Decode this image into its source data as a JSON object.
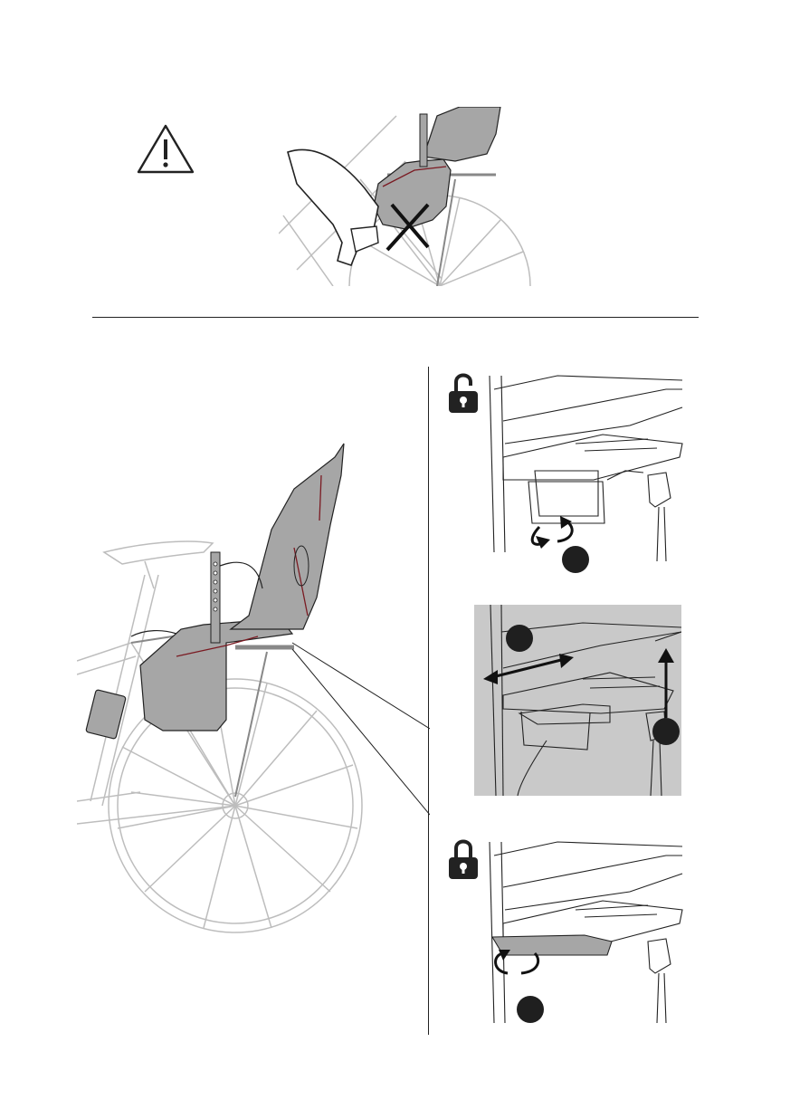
{
  "page": {
    "background": "#ffffff",
    "seat_color": "#a6a6a6",
    "seat_edge_color": "#7a1a22",
    "panel_highlight_color": "#c9c9c9"
  },
  "warning": {
    "icon": "warning-triangle-icon",
    "mark": "!",
    "prohibited_icon": "cross-x-icon"
  },
  "steps": [
    {
      "lock_icon": "unlocked-padlock-icon",
      "badge_icon": "filled-circle-badge"
    },
    {
      "badges": [
        "filled-circle-badge",
        "filled-circle-badge"
      ],
      "arrows": [
        "double-arrow-icon",
        "up-arrow-icon"
      ]
    },
    {
      "lock_icon": "locked-padlock-icon",
      "badge_icon": "filled-circle-badge"
    }
  ]
}
